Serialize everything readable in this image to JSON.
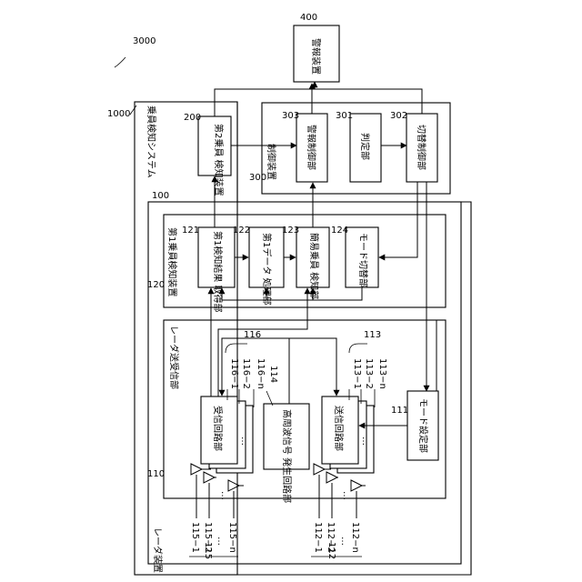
{
  "refs": {
    "r3000": "3000",
    "r1000": "1000",
    "r100": "100",
    "r400": "400",
    "r200": "200",
    "r300": "300",
    "r301": "301",
    "r302": "302",
    "r303": "303",
    "r120": "120",
    "r121": "121",
    "r122": "122",
    "r123": "123",
    "r124": "124",
    "r110": "110",
    "r111": "111",
    "r113": "113",
    "r113_1": "113−1",
    "r113_2": "113−2",
    "r113_n": "113−n",
    "r114": "114",
    "r116": "116",
    "r116_1": "116−1",
    "r116_2": "116−2",
    "r116_n": "116−n",
    "r115": "115",
    "r115_1": "115−1",
    "r115_2": "115−2",
    "r115_n": "115−n",
    "r112": "112",
    "r112_1": "112−1",
    "r112_2": "112−2",
    "r112_n": "112−n"
  },
  "labels": {
    "system": "乗員検知システム",
    "alarm": "警報装置",
    "second_detector": "第2乗員 検知装置",
    "control_device": "制御装置",
    "alarm_control": "警報制御部",
    "judgement": "判定部",
    "switch_control": "切替制御部",
    "first_detector": "第1乗員検知装置",
    "first_result_acq": "第1検知結果 取得部",
    "first_data_proc": "第1データ 処理部",
    "simple_detect": "簡易乗員 検知部",
    "mode_switch": "モード切替部",
    "radar_transceiver": "レーダ送受信部",
    "radar_device": "レーダ装置",
    "receive_circuit": "受信回路部",
    "rf_gen": "高周波信号 発生回路部",
    "transmit_circuit": "送信回路部",
    "mode_setting": "モード設定部",
    "dots": "…"
  }
}
